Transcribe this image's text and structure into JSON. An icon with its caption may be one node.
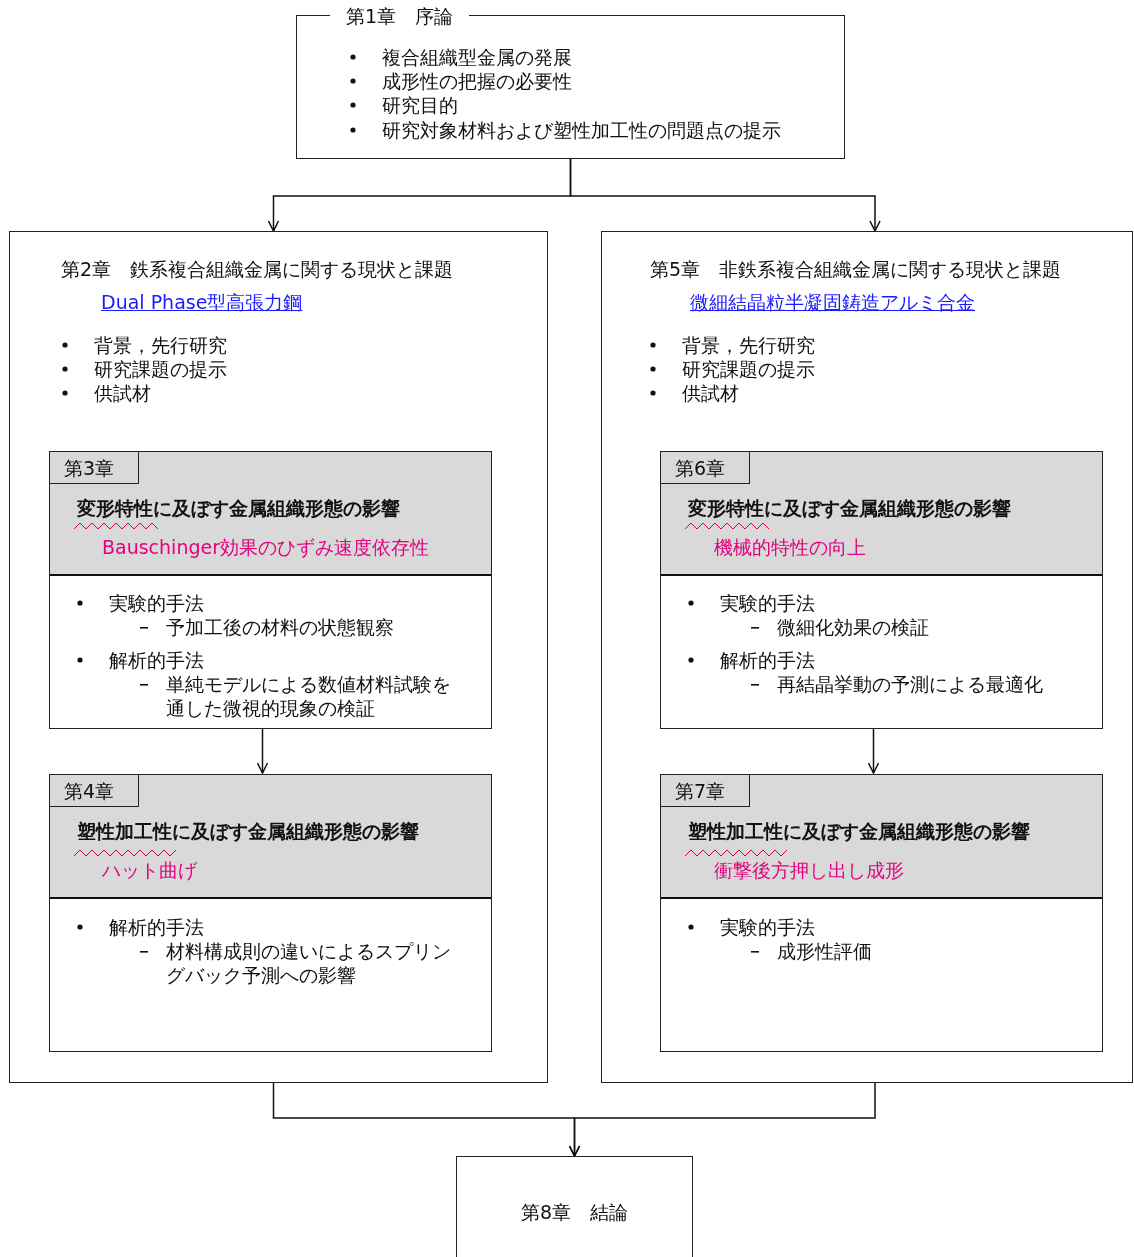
{
  "diagram": {
    "nodes": [
      {
        "text": [
          "第1章　序論",
          "複合組織型金属の発展",
          "成形性の把握の必要性",
          "研究目的",
          "研究対象材料および塑性加工性の問題点の提示"
        ]
      },
      {
        "text": [
          "第2章　鉄系複合組織金属に関する現状と課題",
          "Dual Phase型高張力鋼",
          "背景，先行研究",
          "研究課題の提示",
          "供試材"
        ]
      },
      {
        "text": [
          "第3章",
          "変形特性に及ぼす金属組織形態の影響",
          "Bauschinger効果のひずみ速度依存性",
          "実験的手法",
          "予加工後の材料の状態観察",
          "解析的手法",
          "単純モデルによる数値材料試験を通した微視的現象の検証"
        ],
        "in": 1
      },
      {
        "text": [
          "第4章",
          "塑性加工性に及ぼす金属組織形態の影響",
          "ハット曲げ",
          "解析的手法",
          "材料構成則の違いによるスプリングバック予測への影響"
        ],
        "in": 1
      },
      {
        "text": [
          "第5章　非鉄系複合組織金属に関する現状と課題",
          "微細結晶粒半凝固鋳造アルミ合金",
          "背景，先行研究",
          "研究課題の提示",
          "供試材"
        ]
      },
      {
        "text": [
          "第6章",
          "変形特性に及ぼす金属組織形態の影響",
          "機械的特性の向上",
          "実験的手法",
          "微細化効果の検証",
          "解析的手法",
          "再結晶挙動の予測による最適化"
        ],
        "in": 4
      },
      {
        "text": [
          "第7章",
          "塑性加工性に及ぼす金属組織形態の影響",
          "衝撃後方押し出し成形",
          "実験的手法",
          "成形性評価"
        ],
        "in": 4
      },
      {
        "text": [
          "第8章　結論"
        ]
      }
    ],
    "edges": [
      {
        "from": 0,
        "to": 1,
        "arrow": "to"
      },
      {
        "from": 0,
        "to": 4,
        "arrow": "to"
      },
      {
        "from": 2,
        "to": 3,
        "arrow": "to"
      },
      {
        "from": 5,
        "to": 6,
        "arrow": "to"
      },
      {
        "from": 1,
        "to": 7,
        "arrow": "to"
      },
      {
        "from": 4,
        "to": 7,
        "arrow": "to"
      }
    ]
  }
}
